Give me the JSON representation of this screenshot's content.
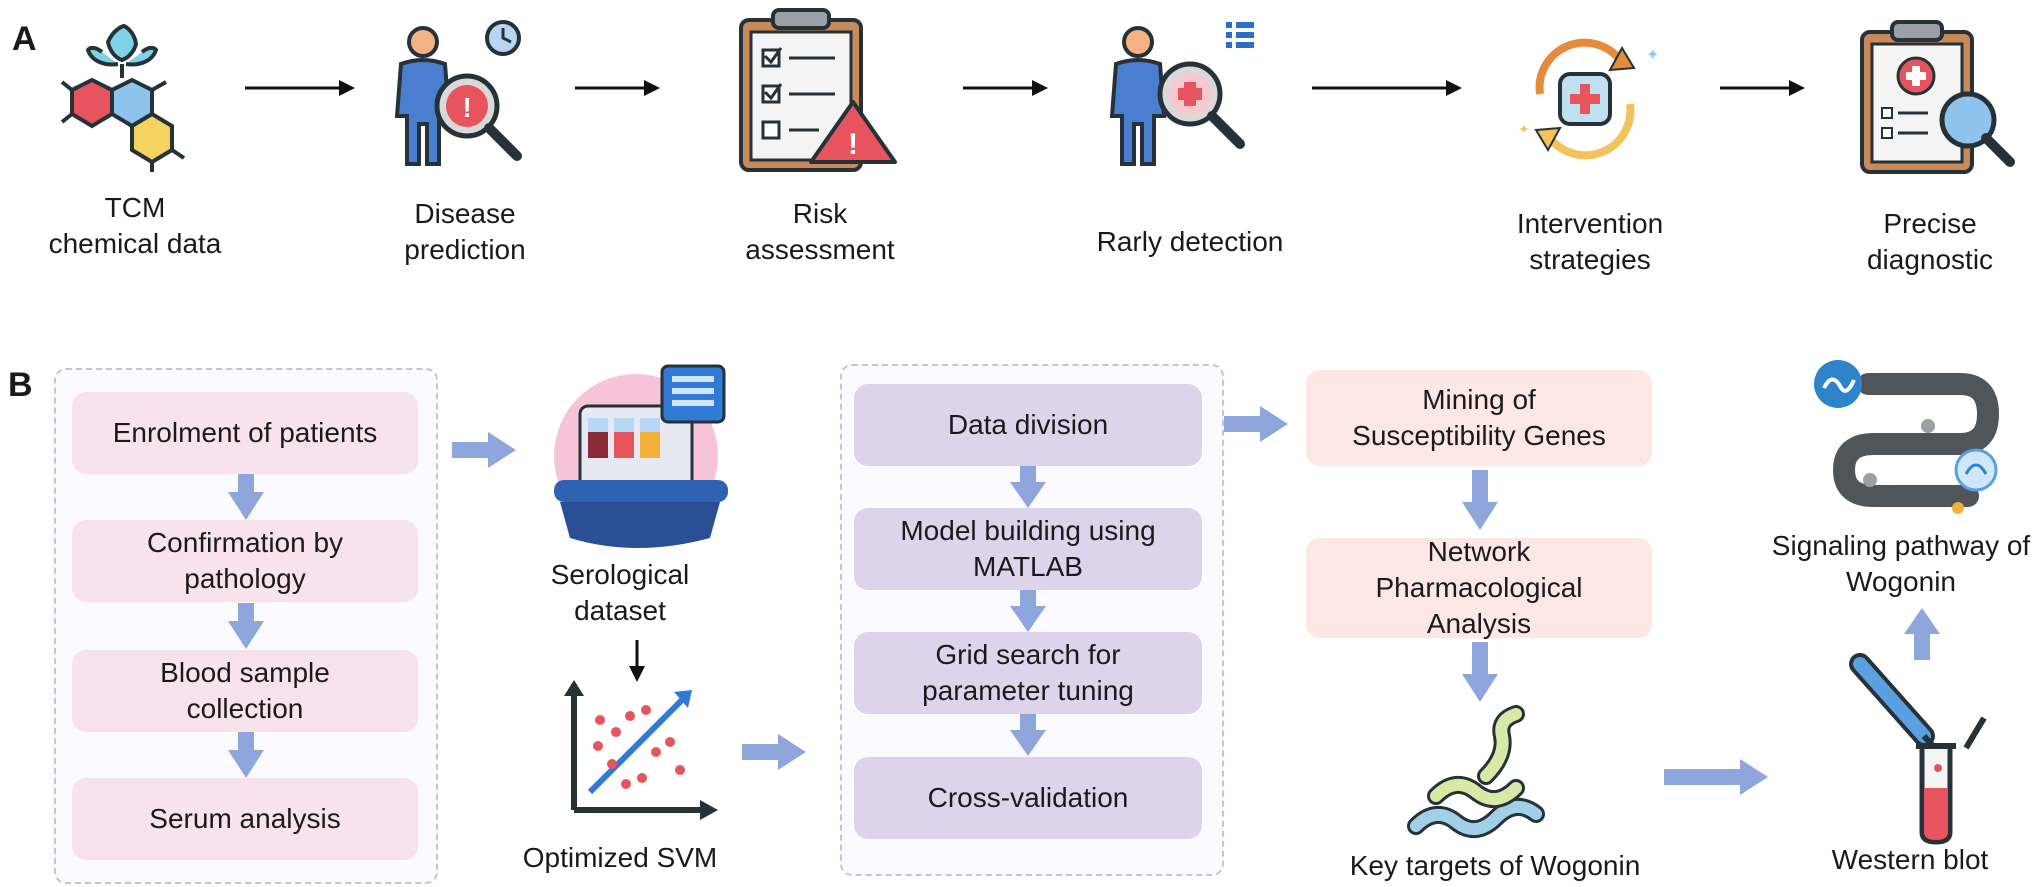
{
  "panel_a": {
    "letter": "A",
    "steps": [
      {
        "icon": "molecule-icon",
        "line1": "TCM",
        "line2": "chemical data"
      },
      {
        "icon": "person-warning-magnifier-icon",
        "line1": "Disease",
        "line2": "prediction"
      },
      {
        "icon": "clipboard-warning-icon",
        "line1": "Risk",
        "line2": "assessment"
      },
      {
        "icon": "person-medical-magnifier-icon",
        "line1": "Rarly detection",
        "line2": ""
      },
      {
        "icon": "cycle-medical-icon",
        "line1": "Intervention",
        "line2": "strategies"
      },
      {
        "icon": "clipboard-diagnostic-icon",
        "line1": "Precise",
        "line2": "diagnostic"
      }
    ]
  },
  "panel_b": {
    "letter": "B",
    "patient_flow": [
      "Enrolment of patients",
      "Confirmation by pathology",
      "Blood sample collection",
      "Serum analysis"
    ],
    "serological_label": "Serological dataset",
    "svm_label": "Optimized SVM",
    "model_flow": [
      "Data division",
      "Model building using MATLAB",
      "Grid search for parameter tuning",
      "Cross-validation"
    ],
    "gene_flow": [
      "Mining of Susceptibility Genes",
      "Network Pharmacological Analysis"
    ],
    "key_targets_label": "Key targets of Wogonin",
    "western_blot_label": "Western blot",
    "signaling_label": "Signaling pathway of Wogonin"
  },
  "colors": {
    "arrow_blue": "#8fa6dc",
    "pink_box": "#f8e3ed",
    "purple_box": "#ddd4ec",
    "peach_box": "#fce7e5",
    "dash_border": "#c9bfe0"
  }
}
